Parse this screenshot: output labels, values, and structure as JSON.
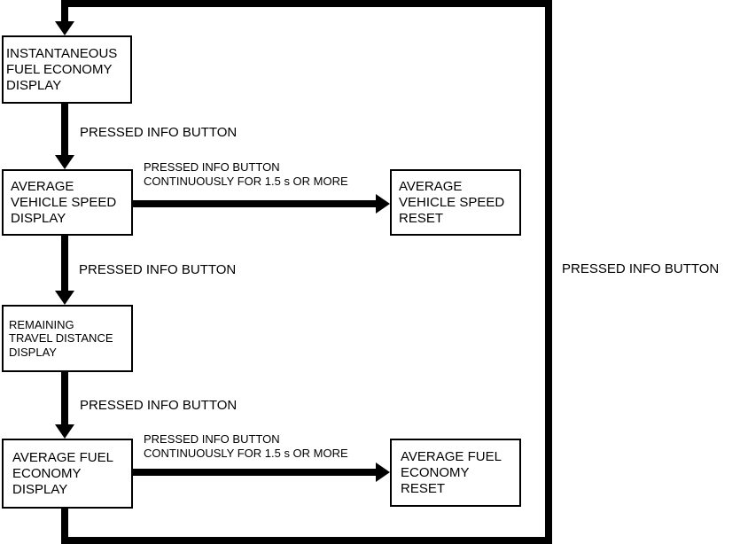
{
  "colors": {
    "line": "#000000",
    "background": "#ffffff"
  },
  "nodes": {
    "instantaneous_display": "INSTANTANEOUS\nFUEL ECONOMY\nDISPLAY",
    "avg_speed_display": "AVERAGE\nVEHICLE SPEED\nDISPLAY",
    "avg_speed_reset": "AVERAGE\nVEHICLE SPEED\nRESET",
    "remaining_distance_display": "REMAINING\nTRAVEL DISTANCE\nDISPLAY",
    "avg_fuel_display": "AVERAGE FUEL\nECONOMY\nDISPLAY",
    "avg_fuel_reset": "AVERAGE FUEL\nECONOMY\nRESET"
  },
  "labels": {
    "pressed_1": "PRESSED INFO BUTTON",
    "pressed_2": "PRESSED INFO BUTTON",
    "pressed_3": "PRESSED INFO BUTTON",
    "pressed_loop": "PRESSED INFO BUTTON",
    "continuous_1": "PRESSED INFO BUTTON\nCONTINUOUSLY FOR 1.5 s OR MORE",
    "continuous_2": "PRESSED INFO BUTTON\nCONTINUOUSLY FOR 1.5 s OR MORE"
  }
}
